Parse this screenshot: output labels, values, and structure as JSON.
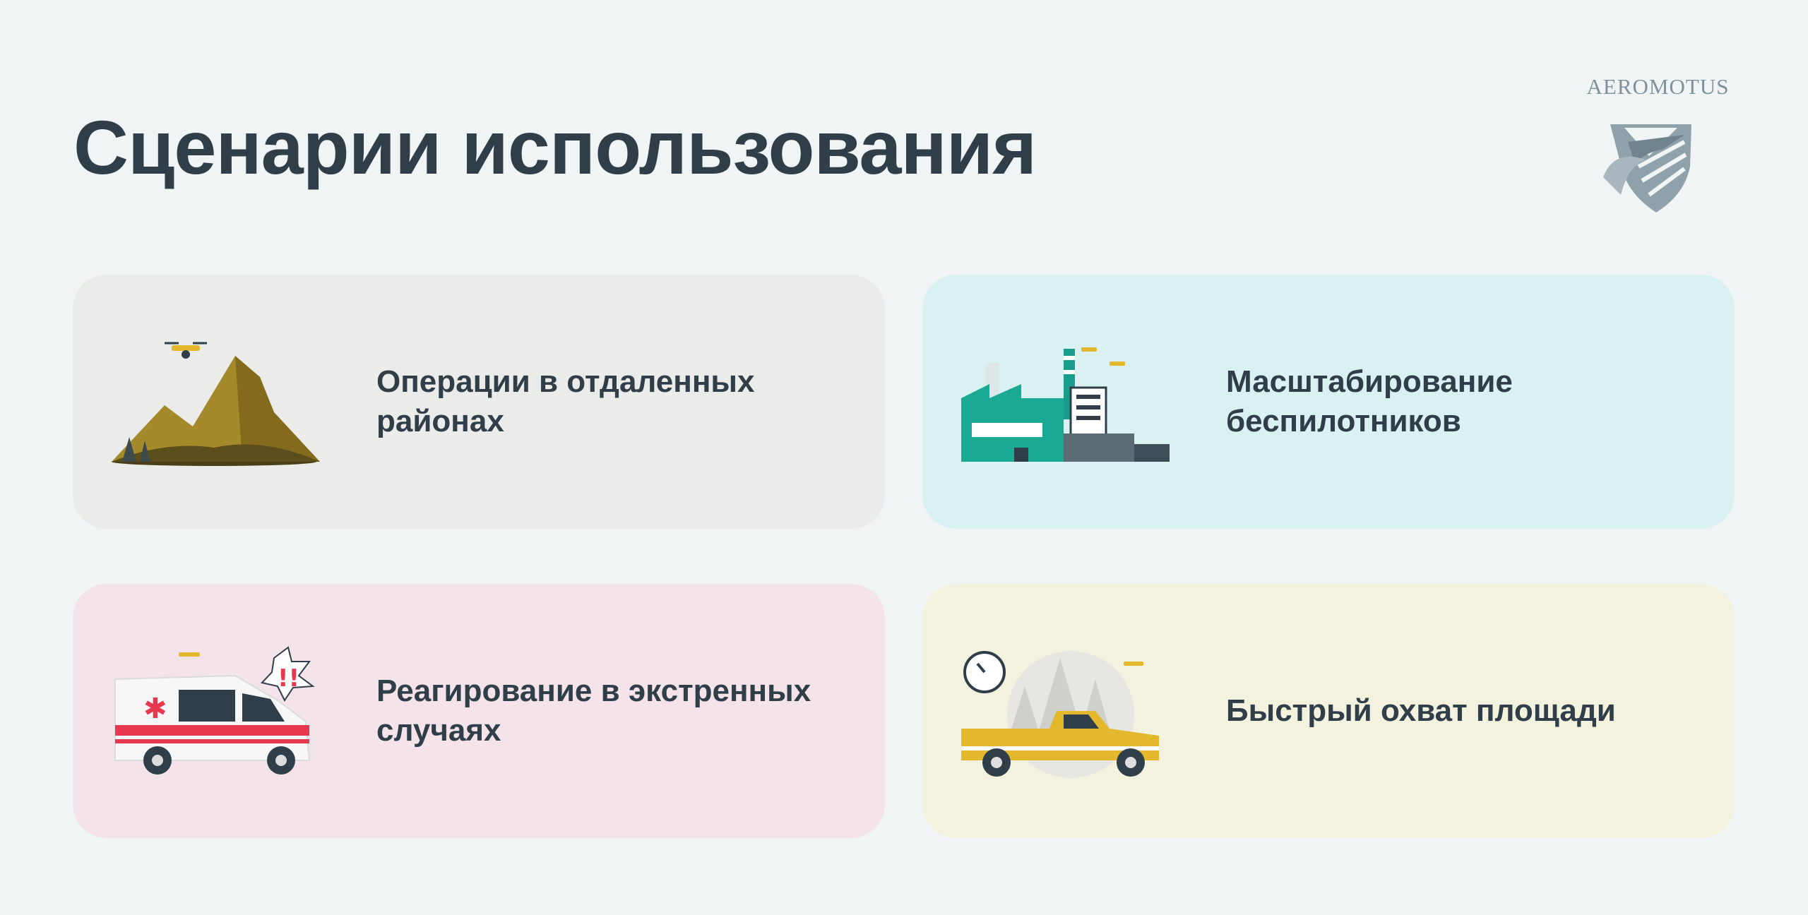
{
  "page": {
    "title": "Сценарии использования"
  },
  "logo": {
    "text": "AEROMOTUS",
    "icon": "eagle-shield-icon",
    "color": "#7e929d"
  },
  "cards": [
    {
      "label": "Операции в отдаленных районах",
      "illustration": "drone-mountains-icon",
      "bg": "#ebebe9"
    },
    {
      "label": "Масштабирование беспилотников",
      "illustration": "drone-factory-icon",
      "bg": "#daf1f2"
    },
    {
      "label": "Реагирование в экстренных случаях",
      "illustration": "ambulance-drone-icon",
      "bg": "#f4e3e8"
    },
    {
      "label": "Быстрый охват площади",
      "illustration": "pickup-truck-drone-icon",
      "bg": "#f3f2de"
    }
  ]
}
